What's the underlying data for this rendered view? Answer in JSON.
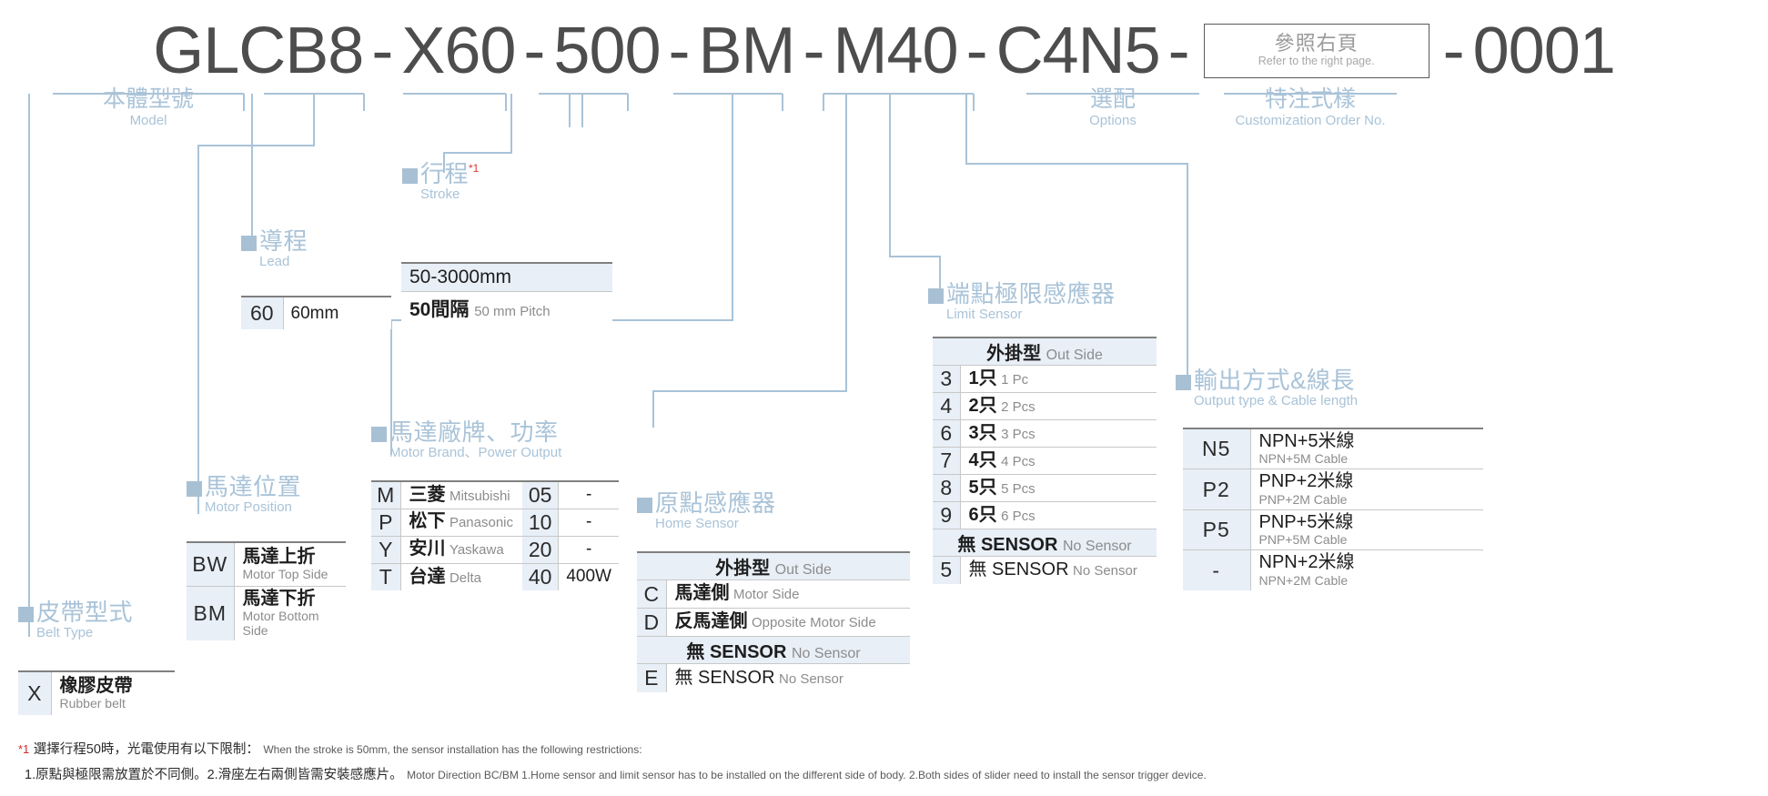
{
  "code": {
    "segments": [
      "GLCB8",
      "X60",
      "500",
      "BM",
      "M40",
      "C4N5"
    ],
    "option_box": {
      "cn": "參照右頁",
      "en": "Refer to the right page."
    },
    "last_segment": "0001",
    "dash": "-"
  },
  "top_labels": [
    {
      "cn": "本體型號",
      "en": "Model"
    },
    {
      "cn": "選配",
      "en": "Options"
    },
    {
      "cn": "特注式樣",
      "en": "Customization Order No."
    }
  ],
  "groups": {
    "lead": {
      "cn": "導程",
      "en": "Lead"
    },
    "stroke": {
      "cn": "行程",
      "en": "Stroke",
      "sup": "*1"
    },
    "belt": {
      "cn": "皮帶型式",
      "en": "Belt Type"
    },
    "motor_position": {
      "cn": "馬達位置",
      "en": "Motor Position"
    },
    "motor_brand": {
      "cn": "馬達廠牌、功率",
      "en": "Motor Brand、Power Output"
    },
    "home_sensor": {
      "cn": "原點感應器",
      "en": "Home Sensor"
    },
    "limit_sensor": {
      "cn": "端點極限感應器",
      "en": "Limit Sensor"
    },
    "output_type": {
      "cn": "輸出方式&線長",
      "en": "Output type & Cable length"
    }
  },
  "tables": {
    "lead": {
      "rows": [
        {
          "code": "60",
          "text": "60mm"
        }
      ]
    },
    "stroke": {
      "range": "50-3000mm",
      "pitch_cn": "50間隔",
      "pitch_en": "50 mm Pitch"
    },
    "belt": {
      "rows": [
        {
          "code": "X",
          "cn": "橡膠皮帶",
          "en": "Rubber belt"
        }
      ]
    },
    "motor_position": {
      "rows": [
        {
          "code": "BW",
          "cn": "馬達上折",
          "en": "Motor Top Side"
        },
        {
          "code": "BM",
          "cn": "馬達下折",
          "en": "Motor Bottom Side"
        }
      ]
    },
    "motor_brand": {
      "rows": [
        {
          "code": "M",
          "cn": "三菱",
          "en": "Mitsubishi",
          "power_code": "05",
          "power": "-"
        },
        {
          "code": "P",
          "cn": "松下",
          "en": "Panasonic",
          "power_code": "10",
          "power": "-"
        },
        {
          "code": "Y",
          "cn": "安川",
          "en": "Yaskawa",
          "power_code": "20",
          "power": "-"
        },
        {
          "code": "T",
          "cn": "台達",
          "en": "Delta",
          "power_code": "40",
          "power": "400W"
        }
      ]
    },
    "home_sensor": {
      "band1_cn": "外掛型",
      "band1_en": "Out Side",
      "rows1": [
        {
          "code": "C",
          "cn": "馬達側",
          "en": "Motor Side"
        },
        {
          "code": "D",
          "cn": "反馬達側",
          "en": "Opposite Motor Side"
        }
      ],
      "band2_cn": "無 SENSOR",
      "band2_en": "No Sensor",
      "rows2": [
        {
          "code": "E",
          "cn": "無 SENSOR",
          "en": "No Sensor"
        }
      ]
    },
    "limit_sensor": {
      "band1_cn": "外掛型",
      "band1_en": "Out Side",
      "rows1": [
        {
          "code": "3",
          "cn": "1只",
          "en": "1 Pc"
        },
        {
          "code": "4",
          "cn": "2只",
          "en": "2 Pcs"
        },
        {
          "code": "6",
          "cn": "3只",
          "en": "3 Pcs"
        },
        {
          "code": "7",
          "cn": "4只",
          "en": "4 Pcs"
        },
        {
          "code": "8",
          "cn": "5只",
          "en": "5 Pcs"
        },
        {
          "code": "9",
          "cn": "6只",
          "en": "6 Pcs"
        }
      ],
      "band2_cn": "無 SENSOR",
      "band2_en": "No Sensor",
      "rows2": [
        {
          "code": "5",
          "cn": "無 SENSOR",
          "en": "No Sensor"
        }
      ]
    },
    "output_type": {
      "rows": [
        {
          "code": "N5",
          "cn": "NPN+5米線",
          "en": "NPN+5M Cable"
        },
        {
          "code": "P2",
          "cn": "PNP+2米線",
          "en": "PNP+2M Cable"
        },
        {
          "code": "P5",
          "cn": "PNP+5米線",
          "en": "PNP+5M Cable"
        },
        {
          "code": "-",
          "cn": "NPN+2米線",
          "en": "NPN+2M Cable"
        }
      ]
    }
  },
  "footnotes": {
    "line1_star": "*1",
    "line1_cn": "選擇行程50時，光電使用有以下限制：",
    "line1_en": "When the stroke is 50mm, the sensor installation has  the following restrictions:",
    "line2_cn": "1.原點與極限需放置於不同側。2.滑座左右兩側皆需安裝感應片。",
    "line2_en": "Motor Direction BC/BM 1.Home sensor and limit sensor has to be installed on the different side of body.   2.Both sides of slider need to install the sensor trigger device."
  },
  "colors": {
    "accent": "#a9c3d8",
    "code_text": "#4d4d4d",
    "table_code_bg": "#e8eff7",
    "rule": "#808080"
  }
}
